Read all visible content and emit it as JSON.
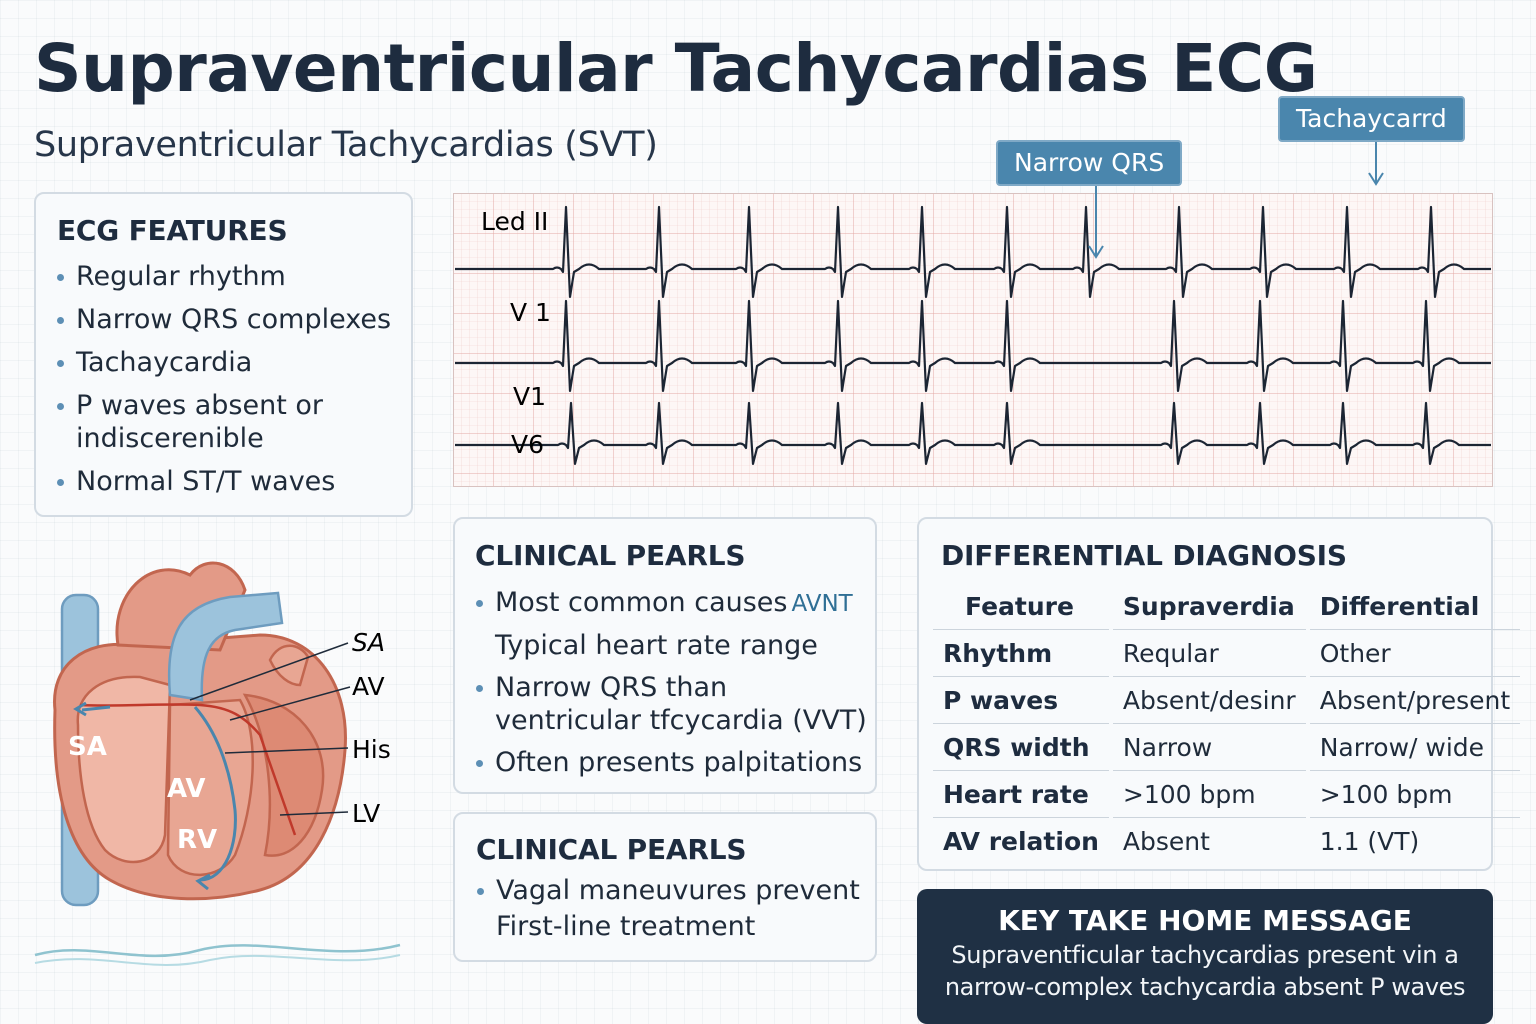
{
  "title": "Supraventricular Tachycardias ECG",
  "subtitle": "Supraventricular Tachycardias (SVT)",
  "callouts": {
    "narrow_qrs": "Narrow QRS",
    "tachycardia": "Tachaycarrd"
  },
  "ecg": {
    "leads": [
      "Led II",
      "V 1",
      "V1",
      "V6"
    ]
  },
  "features": {
    "heading": "ECG FEATURES",
    "items": [
      "Regular rhythm",
      "Narrow QRS complexes",
      "Tachaycardia",
      "P waves absent or indiscerenible",
      "Normal ST/T waves"
    ]
  },
  "heart": {
    "labels": {
      "sa_right": "SA",
      "av_right": "AV",
      "his": "His",
      "lv": "LV",
      "sa_inner": "SA",
      "av_inner": "AV",
      "rv_inner": "RV"
    }
  },
  "pearls1": {
    "heading": "CLINICAL PEARLS",
    "items": [
      "Most common causes",
      "AVNT",
      "Typical heart rate range",
      "Narrow QRS than ventricular tfcycardia (VVT)",
      "Often presents palpitations"
    ]
  },
  "pearls2": {
    "heading": "CLINICAL PEARLS",
    "items": [
      "Vagal maneuvures prevent",
      "First-line treatment"
    ]
  },
  "differential": {
    "heading": "DIFFERENTIAL DIAGNOSIS",
    "columns": [
      "Feature",
      "Supraverdia",
      "Differential"
    ],
    "rows": [
      [
        "Rhythm",
        "Reqular",
        "Other"
      ],
      [
        "P waves",
        "Absent/desinr",
        "Absent/present"
      ],
      [
        "QRS width",
        "Narrow",
        "Narrow/ wide"
      ],
      [
        "Heart rate",
        ">100 bpm",
        ">100 bpm"
      ],
      [
        "AV relation",
        "Absent",
        "1.1 (VT)"
      ]
    ]
  },
  "key_message": {
    "heading": "KEY TAKE HOME MESSAGE",
    "line1": "Supraventficular tachycardias present vin a",
    "line2": "narrow-complex tachycardia absent P waves"
  },
  "colors": {
    "dark_navy": "#1f3044",
    "callout_blue": "#4a86ad",
    "ecg_trace": "#1c2533",
    "ecg_grid": "#e7b8b4",
    "heart_red": "#d9826e",
    "vessel_blue": "#8fbad6"
  }
}
